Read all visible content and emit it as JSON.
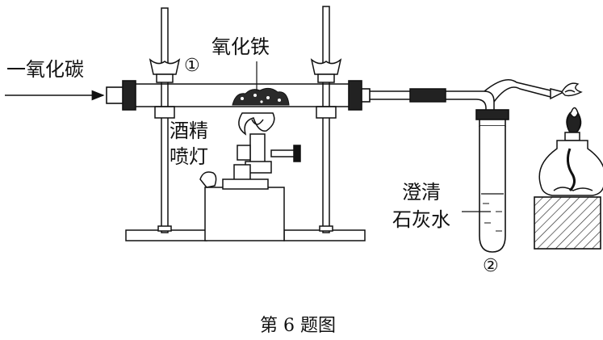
{
  "labels": {
    "carbon_monoxide": "一氧化碳",
    "iron_oxide": "氧化铁",
    "marker_1": "①",
    "marker_2": "②",
    "burner_line1": "酒精",
    "burner_line2": "喷灯",
    "limewater_line1": "澄清",
    "limewater_line2": "石灰水"
  },
  "caption": "第 6 题图",
  "colors": {
    "line": "#111111",
    "fill_light": "#ffffff",
    "hatch": "#333333"
  }
}
